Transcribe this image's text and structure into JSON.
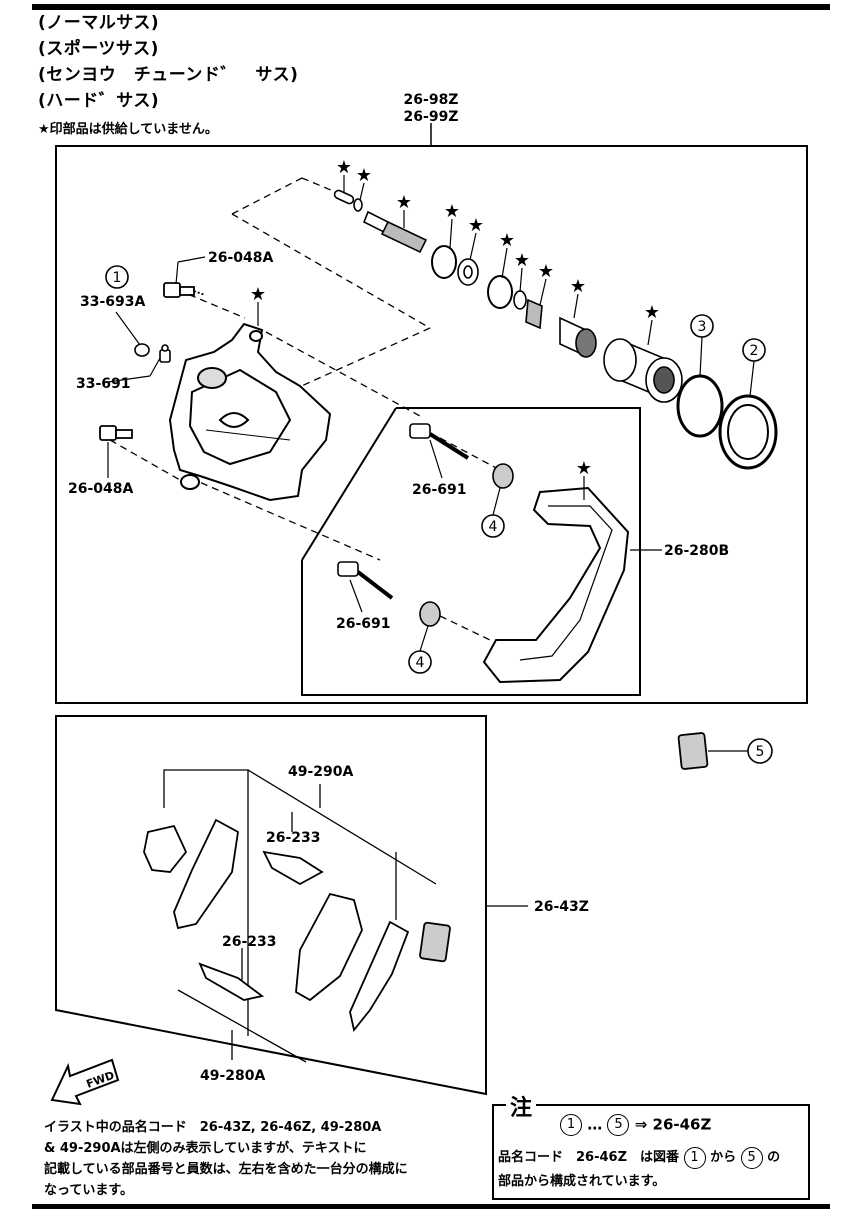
{
  "header": {
    "lines": [
      "(ノーマルサス)",
      "(スポーツサス)",
      "(センヨウ　チューンド゛　サス)",
      "(ハード゛サス)"
    ],
    "star_note": "★印部品は供給していません。"
  },
  "labels": {
    "top_group_code_1": "26-98Z",
    "top_group_code_2": "26-99Z",
    "bolt_upper": "26-048A",
    "bolt_lower": "26-048A",
    "bleeder_cap": "33-693A",
    "bleeder_screw": "33-691",
    "pin_upper": "26-691",
    "pin_lower": "26-691",
    "bracket": "26-280B",
    "pad_set_outer": "49-290A",
    "pad_set_inner": "49-280A",
    "shim_upper": "26-233",
    "shim_lower": "26-233",
    "pad_kit": "26-43Z",
    "fwd": "FWD"
  },
  "callouts": {
    "c1": "1",
    "c2": "2",
    "c3": "3",
    "c4a": "4",
    "c4b": "4",
    "c5": "5"
  },
  "star": "★",
  "bottom_note": {
    "line1": "イラスト中の品名コード　26-43Z, 26-46Z, 49-280A",
    "line2": "& 49-290Aは左側のみ表示していますが、テキストに",
    "line3": "記載している部品番号と員数は、左右を含めた一台分の構成に",
    "line4": "なっています。"
  },
  "chu": {
    "title": "注",
    "range_start": "1",
    "range_dots": "…",
    "range_end": "5",
    "arrow": "⇒",
    "result": "26-46Z",
    "line2_pre": "品名コード　26-46Z　は図番",
    "line2_from": "1",
    "line2_mid": "から",
    "line2_to": "5",
    "line2_post": "の",
    "line3": "部品から構成されています。"
  }
}
